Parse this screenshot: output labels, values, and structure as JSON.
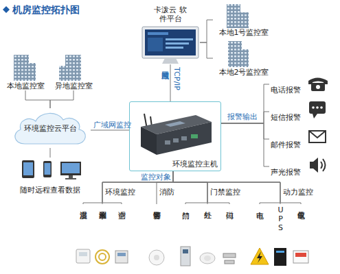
{
  "diagram": {
    "title": "机房监控拓扑图",
    "nodes": [
      {
        "text": [
          "卡泼云 软件平台"
        ]
      },
      {
        "text": [
          "本地1号监控室"
        ]
      },
      {
        "text": [
          "本地2号监控室"
        ]
      },
      {
        "text": [
          "本地监控室"
        ]
      },
      {
        "text": [
          "异地监控室"
        ]
      },
      {
        "text": [
          "环境监控云平台"
        ]
      },
      {
        "text": [
          "环境监控主机"
        ]
      },
      {
        "text": [
          "电话报警"
        ]
      },
      {
        "text": [
          "短信报警"
        ]
      },
      {
        "text": [
          "邮件报警"
        ]
      },
      {
        "text": [
          "声光报警"
        ]
      },
      {
        "text": [
          "随时远程查看数据"
        ]
      },
      {
        "text": [
          "温湿度"
        ]
      },
      {
        "text": [
          "漏水检测"
        ]
      },
      {
        "text": [
          "空调"
        ]
      },
      {
        "text": [
          "烟雾告警"
        ]
      },
      {
        "text": [
          "门禁"
        ]
      },
      {
        "text": [
          "红外"
        ]
      },
      {
        "text": [
          "门磁"
        ]
      },
      {
        "text": [
          "市电"
        ]
      },
      {
        "text": [
          "UPS"
        ]
      },
      {
        "text": [
          "电量仪"
        ]
      }
    ],
    "edges": [
      {
        "from": 0,
        "to": 1,
        "arrow": "none"
      },
      {
        "from": 0,
        "to": 2,
        "arrow": "none"
      },
      {
        "from": 0,
        "to": 6,
        "label": "局域网监控",
        "arrow": "none"
      },
      {
        "from": 3,
        "to": 5,
        "arrow": "none"
      },
      {
        "from": 4,
        "to": 5,
        "arrow": "none"
      },
      {
        "from": 6,
        "to": 5,
        "label": "广域网监控",
        "arrow": "none"
      },
      {
        "from": 5,
        "to": 11,
        "arrow": "none"
      },
      {
        "from": 6,
        "to": 7,
        "arrow": "none"
      },
      {
        "from": 6,
        "to": 8,
        "arrow": "none"
      },
      {
        "from": 6,
        "to": 9,
        "arrow": "none"
      },
      {
        "from": 6,
        "to": 10,
        "arrow": "none"
      },
      {
        "from": 6,
        "to": 12,
        "arrow": "none"
      },
      {
        "from": 6,
        "to": 13,
        "arrow": "none"
      },
      {
        "from": 6,
        "to": 14,
        "arrow": "none"
      },
      {
        "from": 6,
        "to": 15,
        "arrow": "none"
      },
      {
        "from": 6,
        "to": 16,
        "arrow": "none"
      },
      {
        "from": 6,
        "to": 17,
        "arrow": "none"
      },
      {
        "from": 6,
        "to": 18,
        "arrow": "none"
      },
      {
        "from": 6,
        "to": 19,
        "arrow": "none"
      },
      {
        "from": 6,
        "to": 20,
        "arrow": "none"
      },
      {
        "from": 6,
        "to": 21,
        "arrow": "none"
      }
    ],
    "labels": [
      "TCP/IP",
      "报警输出",
      "监控对象",
      "环境监控",
      "消防",
      "门禁监控",
      "动力监控"
    ]
  }
}
